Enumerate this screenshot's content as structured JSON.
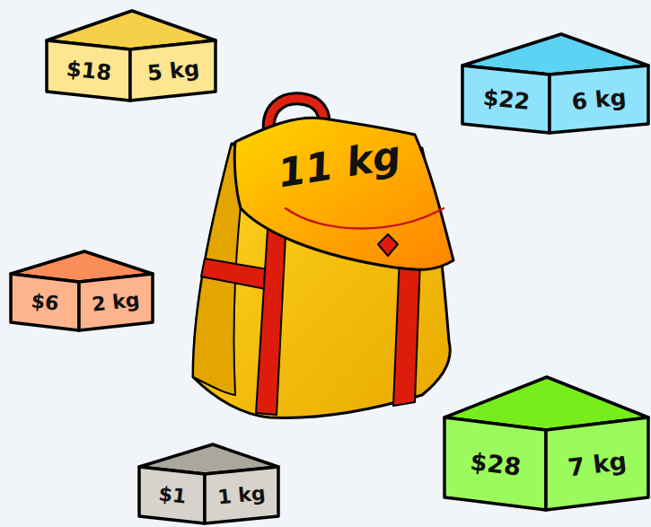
{
  "diagram": {
    "nodes": [
      {
        "text": [
          "$18",
          "5 kg"
        ]
      },
      {
        "text": [
          "$22",
          "6 kg"
        ]
      },
      {
        "text": [
          "11 kg"
        ]
      },
      {
        "text": [
          "$6",
          "2 kg"
        ]
      },
      {
        "text": [
          "$28",
          "7 kg"
        ]
      },
      {
        "text": [
          "$1",
          "1 kg"
        ]
      }
    ]
  }
}
